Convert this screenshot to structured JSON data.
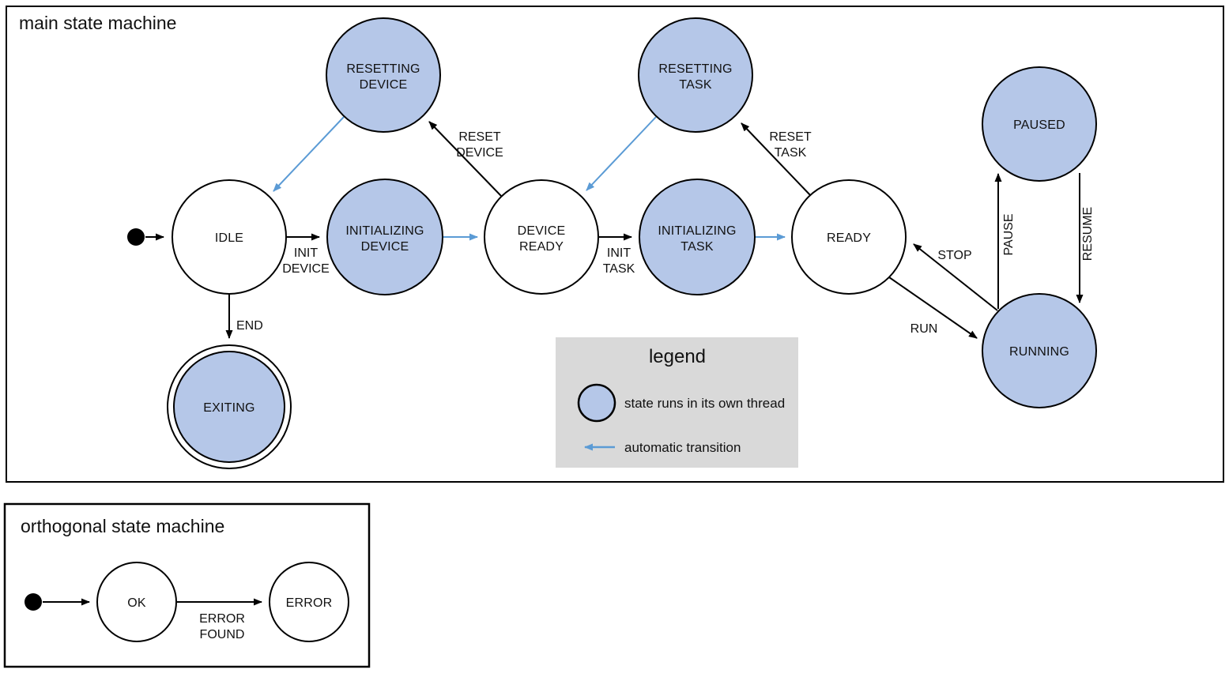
{
  "colors": {
    "state_fill": "#b5c7e8",
    "auto_transition": "#5b9bd5",
    "legend_bg": "#d9d9d9",
    "line": "#000000"
  },
  "main": {
    "title": "main state machine",
    "states": [
      {
        "lines": [
          "RESETTING",
          "DEVICE"
        ]
      },
      {
        "lines": [
          "RESETTING",
          "TASK"
        ]
      },
      {
        "lines": [
          "PAUSED"
        ]
      },
      {
        "lines": [
          "IDLE"
        ]
      },
      {
        "lines": [
          "INITIALIZING",
          "DEVICE"
        ]
      },
      {
        "lines": [
          "DEVICE",
          "READY"
        ]
      },
      {
        "lines": [
          "INITIALIZING",
          "TASK"
        ]
      },
      {
        "lines": [
          "READY"
        ]
      },
      {
        "lines": [
          "RUNNING"
        ]
      },
      {
        "lines": [
          "EXITING"
        ]
      }
    ],
    "labels": {
      "init_device": [
        "INIT",
        "DEVICE"
      ],
      "reset_device": [
        "RESET",
        "DEVICE"
      ],
      "init_task": [
        "INIT",
        "TASK"
      ],
      "reset_task": [
        "RESET",
        "TASK"
      ],
      "stop": "STOP",
      "run": "RUN",
      "pause": "PAUSE",
      "resume": "RESUME",
      "end": "END"
    }
  },
  "legend": {
    "title": "legend",
    "thread_label": "state runs in its own thread",
    "auto_label": "automatic transition"
  },
  "orthogonal": {
    "title": "orthogonal state machine",
    "states": [
      {
        "lines": [
          "OK"
        ]
      },
      {
        "lines": [
          "ERROR"
        ]
      }
    ],
    "labels": {
      "error_found": [
        "ERROR",
        "FOUND"
      ]
    }
  }
}
